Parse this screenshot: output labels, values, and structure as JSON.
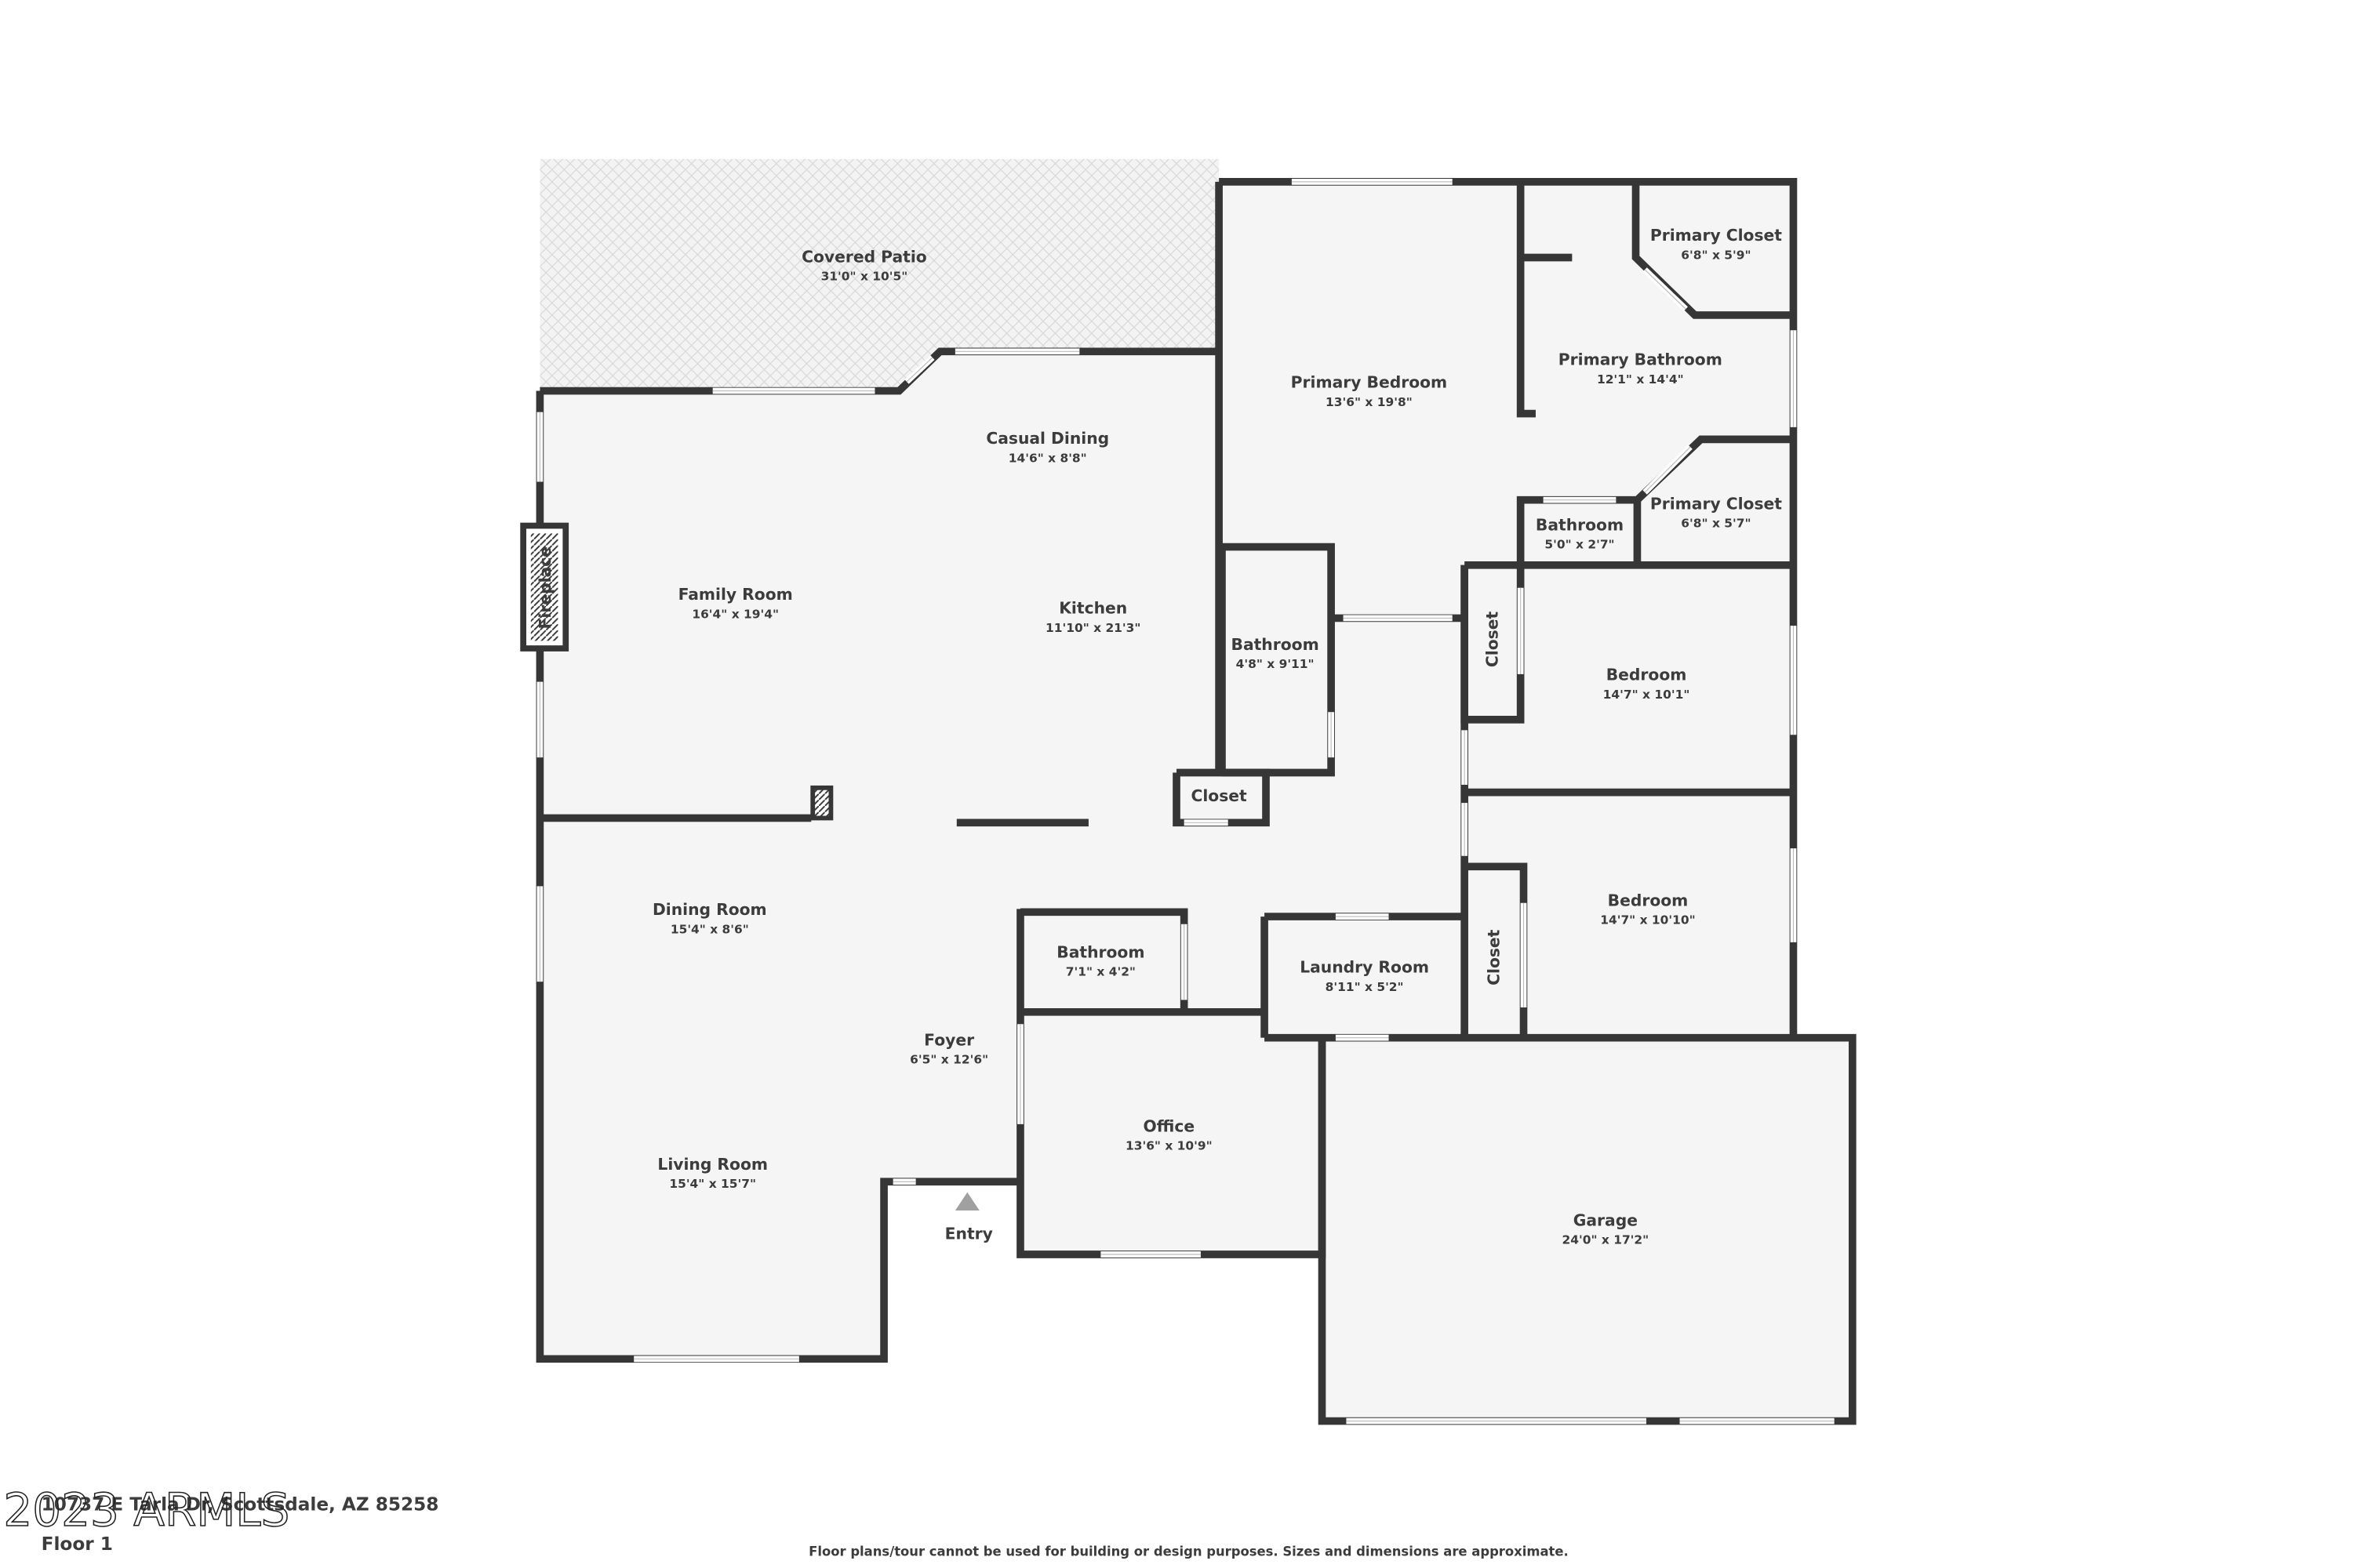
{
  "colors": {
    "wall": "#363636",
    "floor": "#f5f5f5",
    "text": "#3c3c3c",
    "window": "#ffffff"
  },
  "rooms": {
    "covered_patio": {
      "name": "Covered Patio",
      "dims": "31'0\" x 10'5\""
    },
    "casual_dining": {
      "name": "Casual Dining",
      "dims": "14'6\" x 8'8\""
    },
    "family_room": {
      "name": "Family Room",
      "dims": "16'4\" x 19'4\""
    },
    "kitchen": {
      "name": "Kitchen",
      "dims": "11'10\" x 21'3\""
    },
    "fireplace": {
      "name": "Fireplace"
    },
    "primary_bedroom": {
      "name": "Primary Bedroom",
      "dims": "13'6\" x 19'8\""
    },
    "primary_closet_1": {
      "name": "Primary Closet",
      "dims": "6'8\" x 5'9\""
    },
    "primary_bathroom": {
      "name": "Primary Bathroom",
      "dims": "12'1\" x 14'4\""
    },
    "primary_closet_2": {
      "name": "Primary Closet",
      "dims": "6'8\" x 5'7\""
    },
    "bathroom_small": {
      "name": "Bathroom",
      "dims": "5'0\" x 2'7\""
    },
    "bathroom_hall": {
      "name": "Bathroom",
      "dims": "4'8\" x 9'11\""
    },
    "closet_kitchen": {
      "name": "Closet"
    },
    "closet_bed1": {
      "name": "Closet"
    },
    "bedroom_1": {
      "name": "Bedroom",
      "dims": "14'7\" x 10'1\""
    },
    "bedroom_2": {
      "name": "Bedroom",
      "dims": "14'7\" x 10'10\""
    },
    "closet_bed2": {
      "name": "Closet"
    },
    "dining_room": {
      "name": "Dining Room",
      "dims": "15'4\" x 8'6\""
    },
    "bathroom_foyer": {
      "name": "Bathroom",
      "dims": "7'1\" x 4'2\""
    },
    "laundry_room": {
      "name": "Laundry Room",
      "dims": "8'11\" x 5'2\""
    },
    "foyer": {
      "name": "Foyer",
      "dims": "6'5\" x 12'6\""
    },
    "office": {
      "name": "Office",
      "dims": "13'6\" x 10'9\""
    },
    "living_room": {
      "name": "Living Room",
      "dims": "15'4\" x 15'7\""
    },
    "garage": {
      "name": "Garage",
      "dims": "24'0\" x 17'2\""
    }
  },
  "entry": {
    "label": "Entry",
    "icon": "entry-arrow-icon"
  },
  "footer": {
    "address": "10737 E Tarla Dr, Scottsdale, AZ 85258",
    "floor": "Floor 1",
    "disclaimer": "Floor plans/tour cannot be used for building or design purposes. Sizes and dimensions are approximate.",
    "watermark": "2023 ARMLS"
  }
}
